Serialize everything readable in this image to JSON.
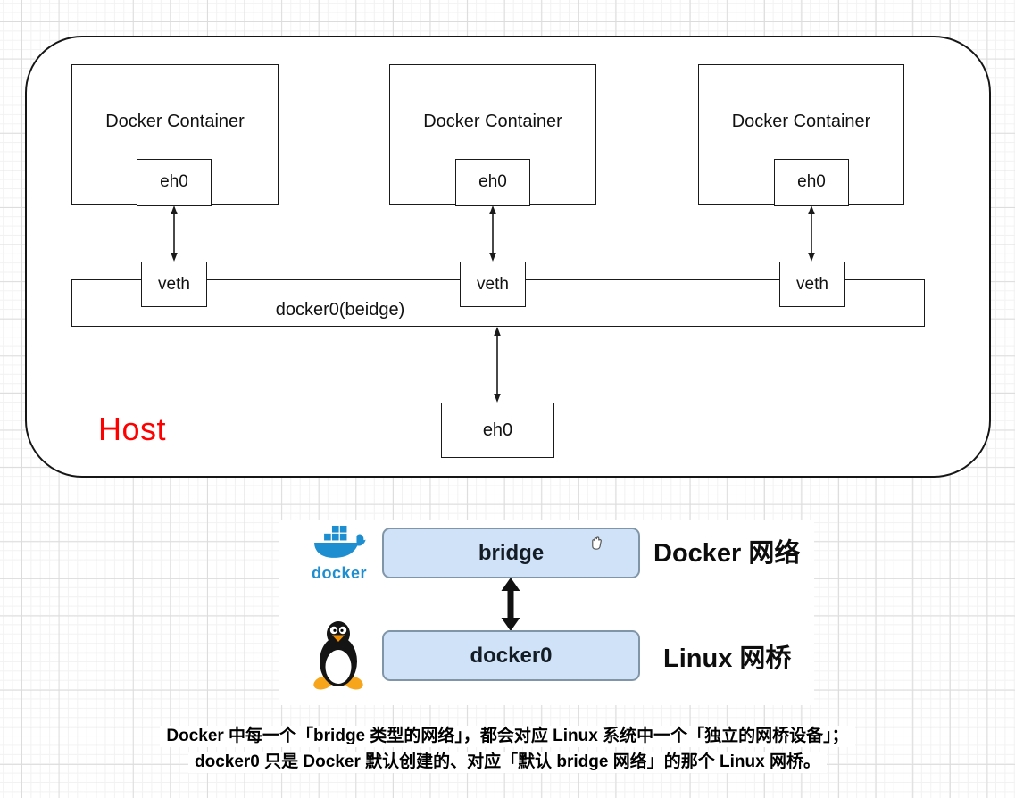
{
  "diagram": {
    "host_label": "Host",
    "containers": [
      {
        "label": "Docker Container",
        "eth_label": "eh0"
      },
      {
        "label": "Docker Container",
        "eth_label": "eh0"
      },
      {
        "label": "Docker Container",
        "eth_label": "eh0"
      }
    ],
    "veths": [
      {
        "label": "veth"
      },
      {
        "label": "veth"
      },
      {
        "label": "veth"
      }
    ],
    "bridge_bar_label": "docker0(beidge)",
    "host_eth_label": "eh0"
  },
  "panel": {
    "docker_wordmark": "docker",
    "bridge_box_label": "bridge",
    "docker0_box_label": "docker0",
    "docker_network_label": "Docker 网络",
    "linux_bridge_label": "Linux 网桥"
  },
  "caption": {
    "line1": "Docker 中每一个「bridge 类型的网络」，都会对应 Linux 系统中一个「独立的网桥设备」；",
    "line2": "docker0 只是 Docker 默认创建的、对应「默认 bridge 网络」的那个 Linux 网桥。"
  },
  "colors": {
    "host_label_red": "#ff0000",
    "docker_blue": "#1d8fd1",
    "panel_box_fill": "#cfe2f7",
    "panel_box_border": "#8096a8",
    "tux_orange": "#f7a51b",
    "stroke_black": "#1a1a1a"
  }
}
